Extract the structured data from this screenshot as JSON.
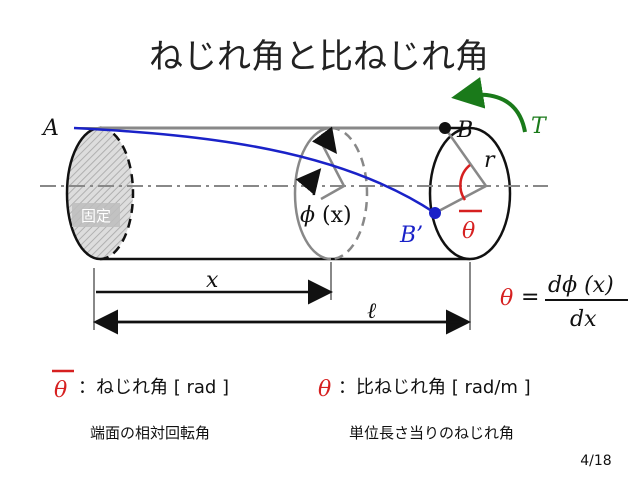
{
  "title": "ねじれ角と比ねじれ角",
  "labels": {
    "A": "A",
    "B": "B",
    "B_prime": "B’",
    "T": "T",
    "r": "r",
    "phi": "ϕ",
    "phi_arg": "(x)",
    "fixed": "固定",
    "x": "x",
    "ell": "ℓ",
    "theta_bar": "θ"
  },
  "formula": {
    "lhs": "θ",
    "eq": "=",
    "numerator": "dϕ (x)",
    "denominator": "dx"
  },
  "legend": {
    "left": {
      "symbol": "θ",
      "text": "：ねじれ角 [ rad ]",
      "desc": "端面の相対回転角"
    },
    "right": {
      "symbol": "θ",
      "text": "：比ねじれ角 [ rad/m ]",
      "desc": "単位長さ当りのねじれ角"
    }
  },
  "page_number": "4/18",
  "colors": {
    "blue": "#1a22c8",
    "red": "#d62020",
    "green": "#1a7a1a",
    "gray": "#888888"
  }
}
